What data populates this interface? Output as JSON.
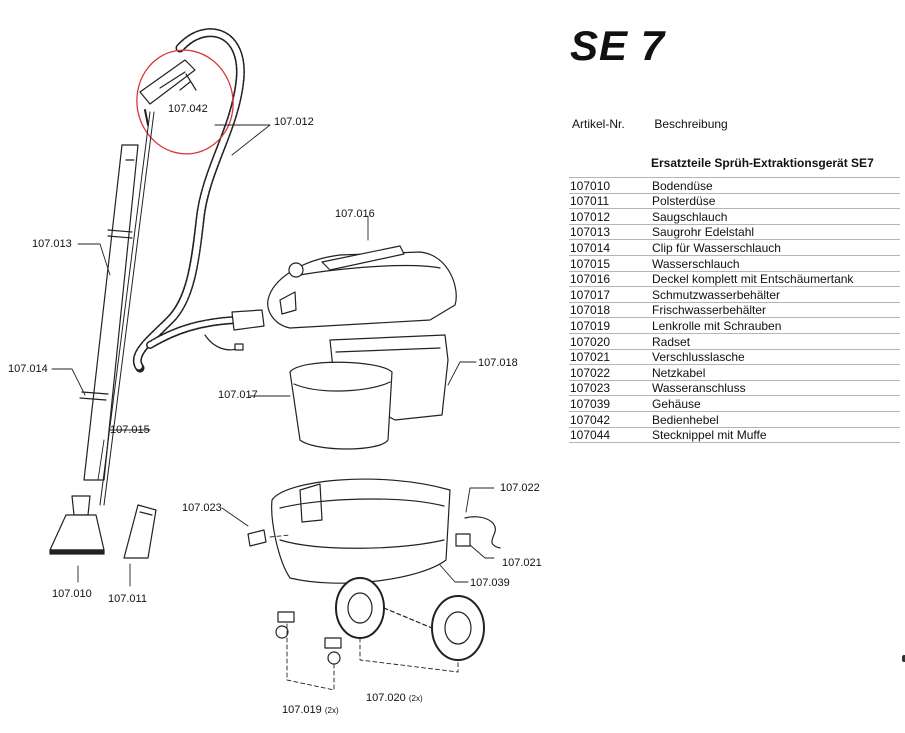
{
  "title": "SE 7",
  "header": {
    "col_num": "Artikel-Nr.",
    "col_desc": "Beschreibung"
  },
  "subtitle": "Ersatzteile Sprüh-Extraktionsgerät SE7",
  "parts": [
    {
      "num": "107010",
      "desc": "Bodendüse"
    },
    {
      "num": "107011",
      "desc": "Polsterdüse"
    },
    {
      "num": "107012",
      "desc": "Saugschlauch"
    },
    {
      "num": "107013",
      "desc": "Saugrohr Edelstahl"
    },
    {
      "num": "107014",
      "desc": "Clip für Wasserschlauch"
    },
    {
      "num": "107015",
      "desc": "Wasserschlauch"
    },
    {
      "num": "107016",
      "desc": "Deckel komplett mit Entschäumertank"
    },
    {
      "num": "107017",
      "desc": "Schmutzwasserbehälter"
    },
    {
      "num": "107018",
      "desc": "Frischwasserbehälter"
    },
    {
      "num": "107019",
      "desc": "Lenkrolle mit Schrauben"
    },
    {
      "num": "107020",
      "desc": "Radset"
    },
    {
      "num": "107021",
      "desc": "Verschlusslasche"
    },
    {
      "num": "107022",
      "desc": "Netzkabel"
    },
    {
      "num": "107023",
      "desc": "Wasseranschluss"
    },
    {
      "num": "107039",
      "desc": "Gehäuse"
    },
    {
      "num": "107042",
      "desc": "Bedienhebel"
    },
    {
      "num": "107044",
      "desc": "Stecknippel mit Muffe"
    }
  ],
  "callouts": {
    "c107042": "107.042",
    "c107012": "107.012",
    "c107013": "107.013",
    "c107014": "107.014",
    "c107015": "107.015",
    "c107010": "107.010",
    "c107011": "107.011",
    "c107016": "107.016",
    "c107018": "107.018",
    "c107017": "107.017",
    "c107023": "107.023",
    "c107022": "107.022",
    "c107021": "107.021",
    "c107039": "107.039",
    "c107019": "107.019",
    "c107019_qty": "(2x)",
    "c107020": "107.020",
    "c107020_qty": "(2x)"
  },
  "colors": {
    "highlight": "#d63a3a",
    "line": "#222222",
    "grid": "#b5b5b5"
  }
}
